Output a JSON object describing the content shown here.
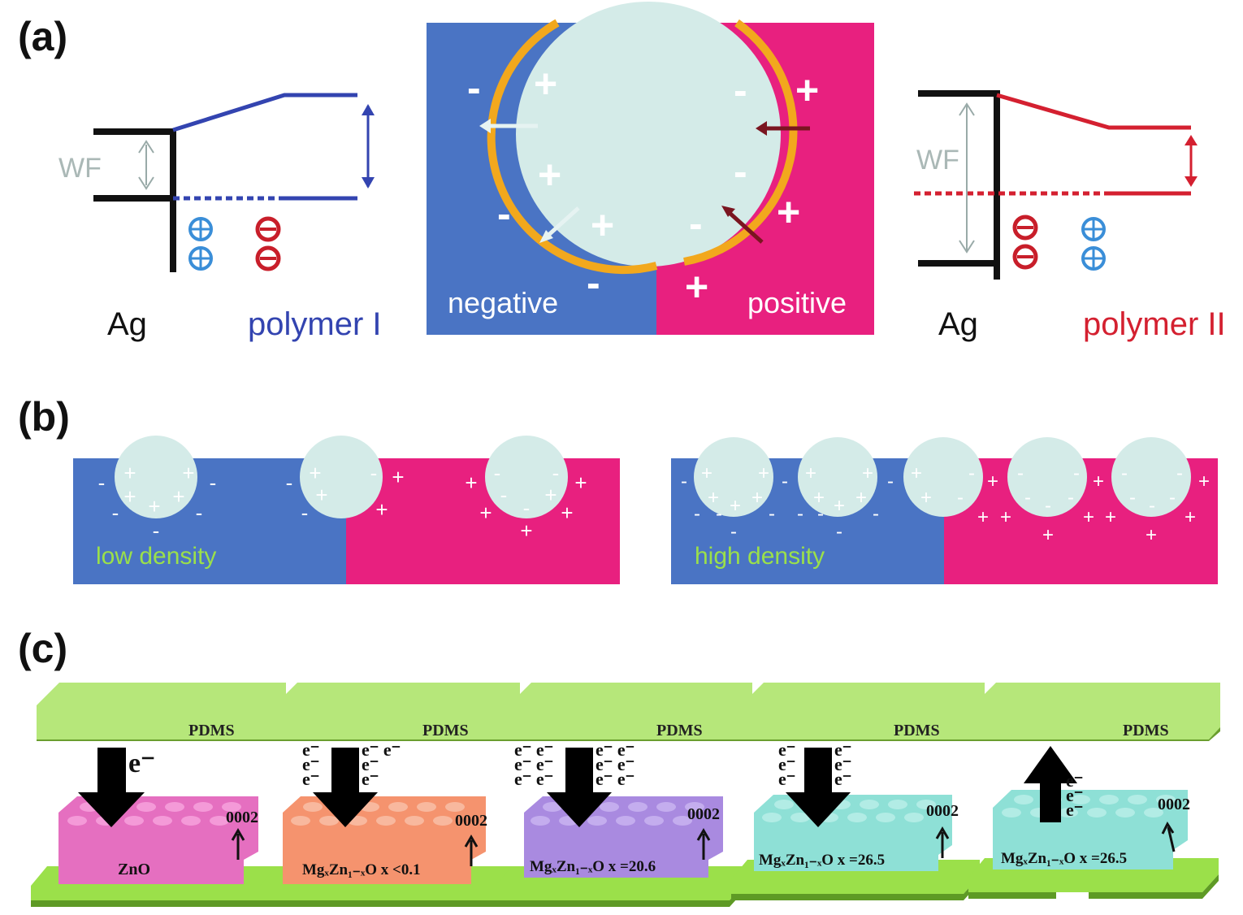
{
  "panel_a": {
    "label": "(a)",
    "left": {
      "metal": "Ag",
      "polymer": "polymer I",
      "wf": "WF"
    },
    "center": {
      "left_side": "negative",
      "right_side": "positive"
    },
    "right": {
      "metal": "Ag",
      "polymer": "polymer II",
      "wf": "WF"
    }
  },
  "panel_b": {
    "label": "(b)",
    "left_caption": "low density",
    "right_caption": "high density"
  },
  "panel_c": {
    "label": "(c)",
    "top_layer": "PDMS",
    "direction": "0002",
    "electron": "e-",
    "materials": [
      "ZnO",
      "MgₓZn₁₋ₓO x <0.1",
      "MgₓZn₁₋ₓO x =20.6",
      "MgₓZn₁₋ₓO x =26.5",
      "MgₓZn₁₋ₓO x =26.5"
    ]
  },
  "colors": {
    "blue": "#4a74c4",
    "magenta": "#e8207f",
    "sphere": "#d4ebe8",
    "orange_rim": "#f2a81d",
    "green": "#9bd84a",
    "band_blue": "#3344b0",
    "band_red": "#d42030"
  }
}
